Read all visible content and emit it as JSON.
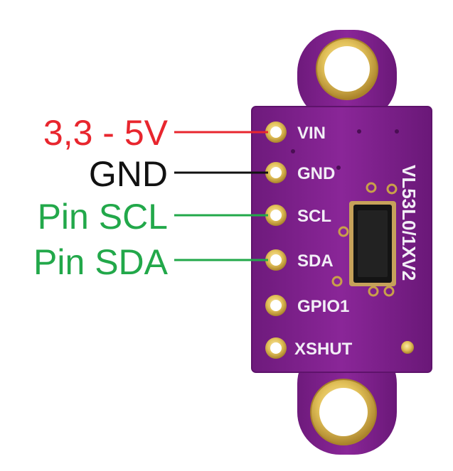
{
  "colors": {
    "supply": "#e8262e",
    "ground": "#111111",
    "signal": "#22a84a",
    "pcb": "#7d1f8c",
    "pcb_dark": "#5e136b",
    "gold": "#e3c25a",
    "gold_dark": "#b8912f"
  },
  "callouts": {
    "vin": "3,3 - 5V",
    "gnd": "GND",
    "scl": "Pin SCL",
    "sda": "Pin SDA"
  },
  "pins": {
    "vin": "VIN",
    "gnd": "GND",
    "scl": "SCL",
    "sda": "SDA",
    "gpio1": "GPIO1",
    "xshut": "XSHUT"
  },
  "board": {
    "part_number": "VL53L0/1XV2"
  }
}
